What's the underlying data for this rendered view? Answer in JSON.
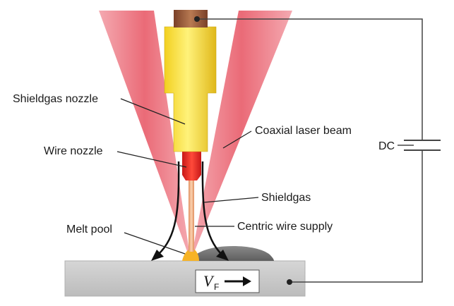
{
  "labels": {
    "shieldgas_nozzle": "Shieldgas nozzle",
    "wire_nozzle": "Wire nozzle",
    "melt_pool": "Melt pool",
    "coaxial_laser_beam": "Coaxial laser beam",
    "shieldgas": "Shieldgas",
    "centric_wire_supply": "Centric wire supply",
    "dc": "DC",
    "feed_velocity_symbol": "V",
    "feed_velocity_subscript": "F"
  },
  "colors": {
    "laser": "#e84a5a",
    "nozzle_yellow": "#f7e03a",
    "wire_nozzle_red": "#e82a2a",
    "wire_copper": "#e8a070",
    "copper_cap": "#9a5a3a",
    "workpiece": "#c8c8c8",
    "weld_bead": "#707070",
    "circuit_line": "#444444"
  }
}
